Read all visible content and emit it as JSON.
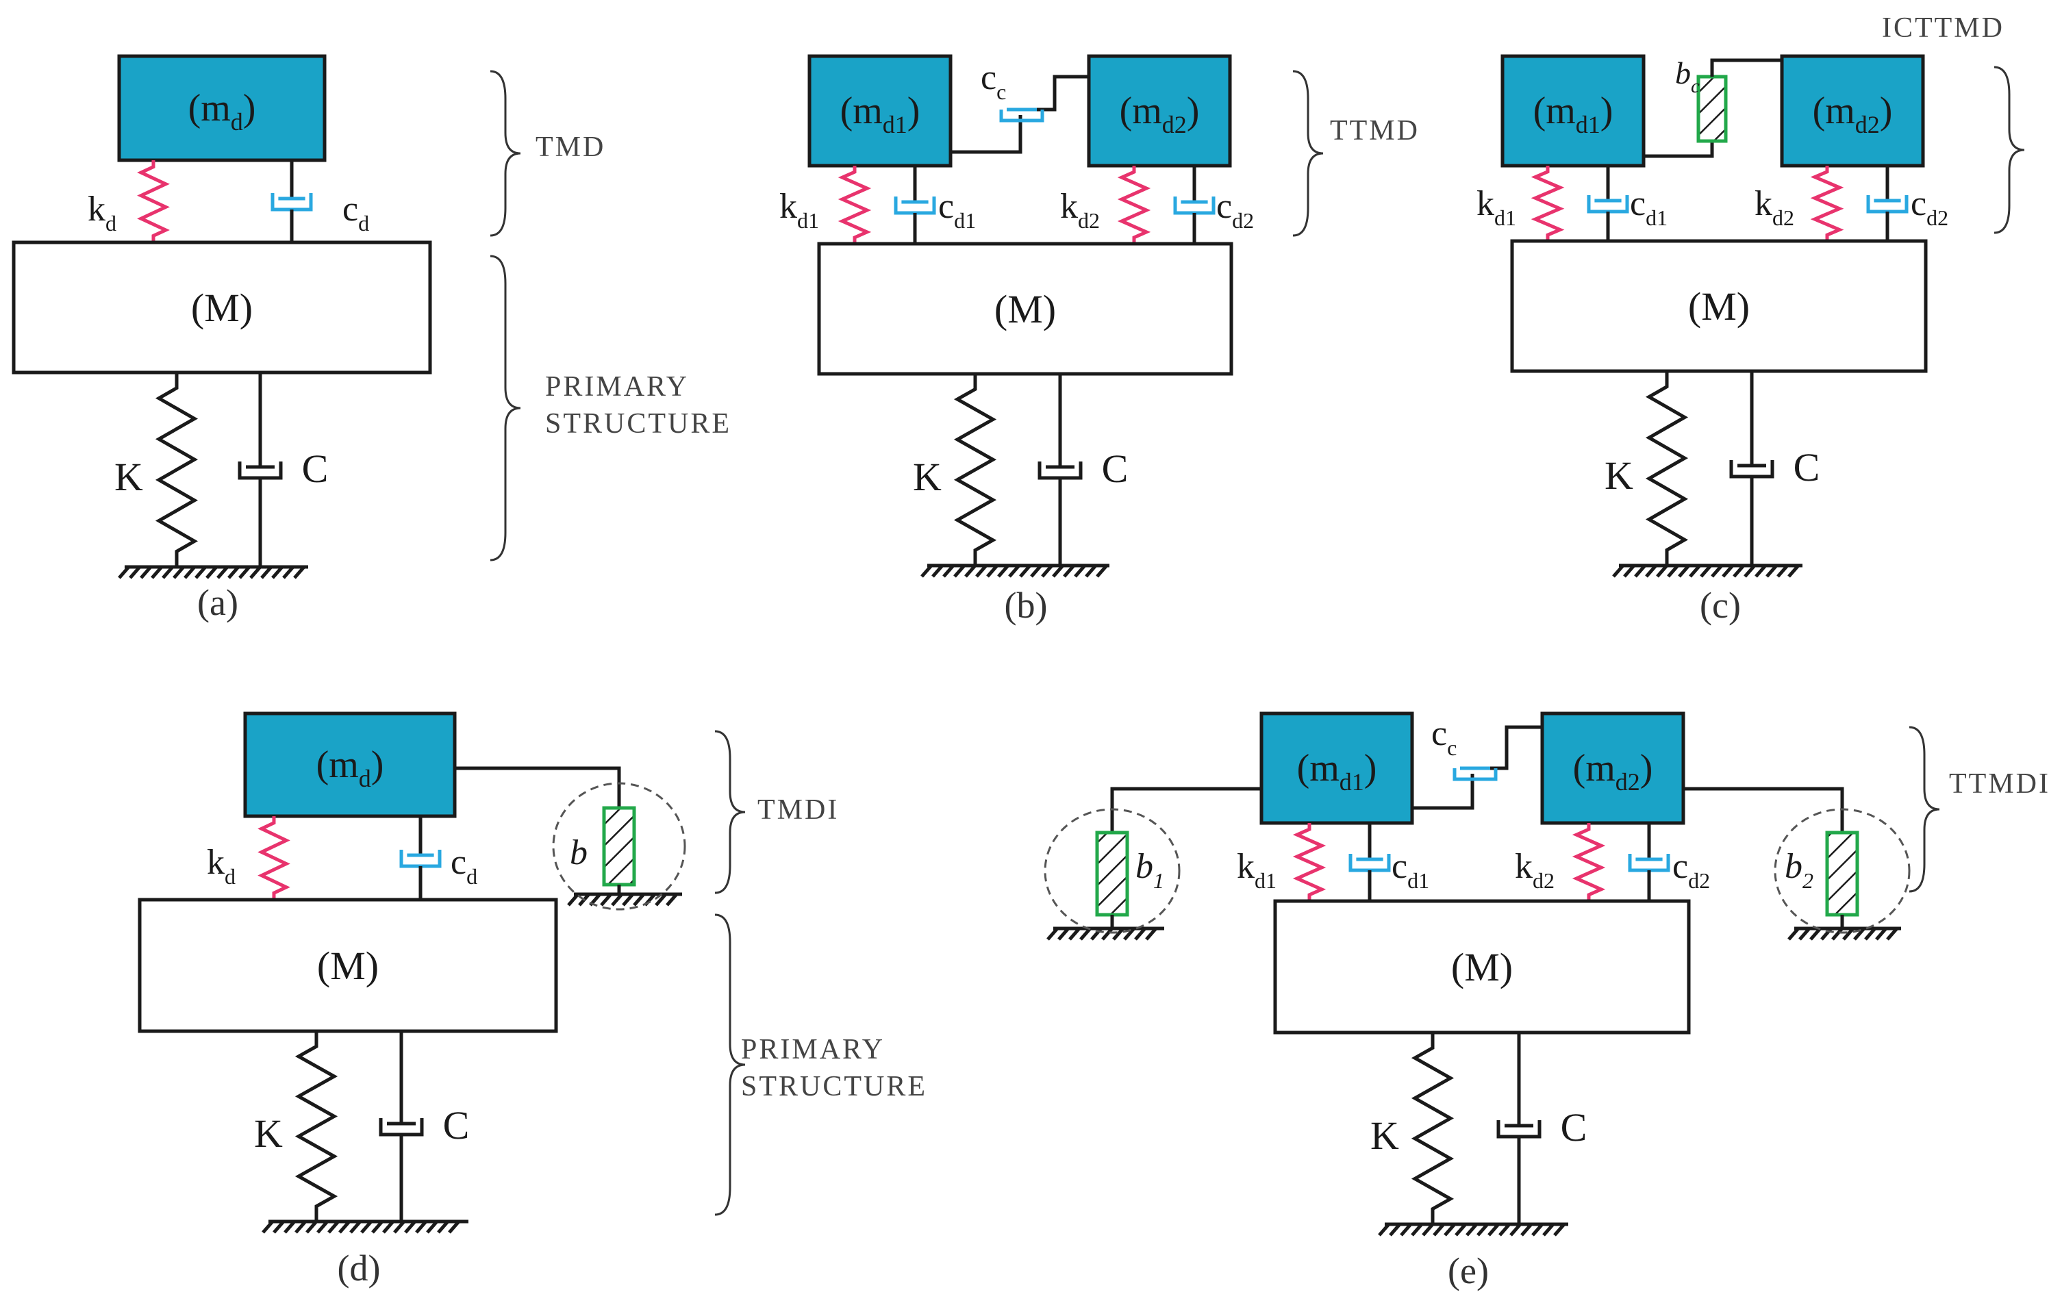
{
  "colors": {
    "mass": "#1aa3c7",
    "damper_spring": "#e8336d",
    "damper_dashpot": "#29a8e0",
    "inerter": "#22a84a"
  },
  "panels": [
    {
      "id": "a",
      "caption": "(a)",
      "main_mass": "(M)",
      "K": "K",
      "C": "C",
      "masses": [
        {
          "label": "m",
          "sub": "d",
          "spring": "k",
          "spring_sub": "d",
          "damper": "c",
          "damper_sub": "d"
        }
      ],
      "braces": [
        {
          "label_lines": [
            "TMD"
          ]
        },
        {
          "label_lines": [
            "PRIMARY",
            "STRUCTURE"
          ]
        }
      ]
    },
    {
      "id": "b",
      "caption": "(b)",
      "main_mass": "(M)",
      "K": "K",
      "C": "C",
      "masses": [
        {
          "label": "m",
          "sub": "d1",
          "spring": "k",
          "spring_sub": "d1",
          "damper": "c",
          "damper_sub": "d1"
        },
        {
          "label": "m",
          "sub": "d2",
          "spring": "k",
          "spring_sub": "d2",
          "damper": "c",
          "damper_sub": "d2"
        }
      ],
      "coupling": {
        "label": "c",
        "sub": "c"
      },
      "braces": [
        {
          "label_lines": [
            "TTMD"
          ]
        }
      ]
    },
    {
      "id": "c",
      "caption": "(c)",
      "main_mass": "(M)",
      "K": "K",
      "C": "C",
      "masses": [
        {
          "label": "m",
          "sub": "d1",
          "spring": "k",
          "spring_sub": "d1",
          "damper": "c",
          "damper_sub": "d1"
        },
        {
          "label": "m",
          "sub": "d2",
          "spring": "k",
          "spring_sub": "d2",
          "damper": "c",
          "damper_sub": "d2"
        }
      ],
      "coupling": {
        "label": "b",
        "sub": "c"
      },
      "braces": [
        {
          "label_lines": [
            "ICTTMD"
          ]
        }
      ]
    },
    {
      "id": "d",
      "caption": "(d)",
      "main_mass": "(M)",
      "K": "K",
      "C": "C",
      "masses": [
        {
          "label": "m",
          "sub": "d",
          "spring": "k",
          "spring_sub": "d",
          "damper": "c",
          "damper_sub": "d"
        }
      ],
      "inerters": [
        {
          "label": "b",
          "sub": ""
        }
      ],
      "braces": [
        {
          "label_lines": [
            "TMDI"
          ]
        },
        {
          "label_lines": [
            "PRIMARY",
            "STRUCTURE"
          ]
        }
      ]
    },
    {
      "id": "e",
      "caption": "(e)",
      "main_mass": "(M)",
      "K": "K",
      "C": "C",
      "masses": [
        {
          "label": "m",
          "sub": "d1",
          "spring": "k",
          "spring_sub": "d1",
          "damper": "c",
          "damper_sub": "d1"
        },
        {
          "label": "m",
          "sub": "d2",
          "spring": "k",
          "spring_sub": "d2",
          "damper": "c",
          "damper_sub": "d2"
        }
      ],
      "coupling": {
        "label": "c",
        "sub": "c"
      },
      "inerters": [
        {
          "label": "b",
          "sub": "1"
        },
        {
          "label": "b",
          "sub": "2"
        }
      ],
      "braces": [
        {
          "label_lines": [
            "TTMDI"
          ]
        }
      ]
    }
  ]
}
